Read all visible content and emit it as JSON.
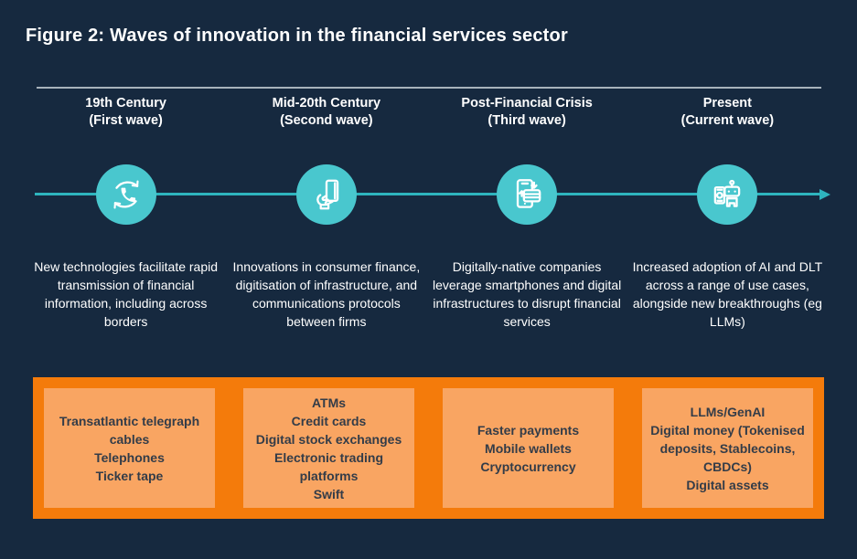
{
  "title": "Figure 2: Waves of innovation in the financial services sector",
  "colors": {
    "bg-navy": "#16293F",
    "circle-teal": "#49C7CE",
    "line-teal": "#2EB4BE",
    "divider-gray": "#A8B2BB",
    "band-orange": "#F47B0B",
    "box-orange": "#F9A562",
    "box-text": "#333C48",
    "text-white": "#FFFFFF"
  },
  "waves": [
    {
      "period": "19th Century",
      "wave_label": "(First wave)",
      "icon": "telephone-sync-icon",
      "description": "New technologies facilitate rapid transmission of financial information, including across borders",
      "innovations": [
        "Transatlantic telegraph cables",
        "Telephones",
        "Ticker tape"
      ]
    },
    {
      "period": "Mid-20th Century",
      "wave_label": "(Second wave)",
      "icon": "card-in-hand-icon",
      "description": "Innovations in consumer finance, digitisation of infrastructure, and communications protocols between firms",
      "innovations": [
        "ATMs",
        "Credit cards",
        "Digital stock exchanges",
        "Electronic trading platforms",
        "Swift"
      ]
    },
    {
      "period": "Post-Financial Crisis",
      "wave_label": "(Third wave)",
      "icon": "mobile-payment-icon",
      "description": "Digitally-native companies leverage smartphones and digital infrastructures to disrupt financial services",
      "innovations": [
        "Faster payments",
        "Mobile wallets",
        "Cryptocurrency"
      ]
    },
    {
      "period": "Present",
      "wave_label": "(Current wave)",
      "icon": "ai-robot-icon",
      "description": "Increased adoption of AI and DLT across a range of use cases, alongside new breakthroughs (eg LLMs)",
      "innovations": [
        "LLMs/GenAI",
        "Digital money (Tokenised deposits, Stablecoins, CBDCs)",
        "Digital assets"
      ]
    }
  ]
}
